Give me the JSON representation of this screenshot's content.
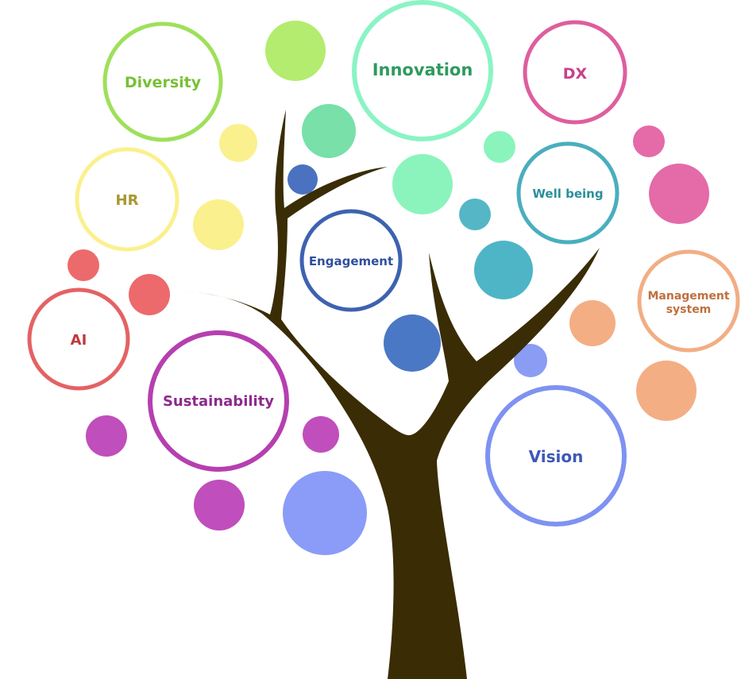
{
  "colors": {
    "trunk": "#3a2c05",
    "diversity": "#8ed44a",
    "innovation": "#52c88f",
    "innovation_text": "#2f9a5e",
    "dx": "#d8589a",
    "dx_text": "#c8408a",
    "hr": "#f7ec7a",
    "hr_text": "#a8972f",
    "engagement": "#3d62b0",
    "wellbeing": "#3aa8b8",
    "wellbeing_text": "#2a8f9c",
    "management": "#f0a878",
    "management_text": "#c06f3c",
    "ai": "#e05a5e",
    "ai_text": "#c0383c",
    "sustainability": "#b63fb0",
    "sustainability_text": "#8e2a8c",
    "vision": "#7a90f0",
    "vision_text": "#3e58b8"
  },
  "labels": {
    "diversity": "Diversity",
    "innovation": "Innovation",
    "dx": "DX",
    "hr": "HR",
    "engagement": "Engagement",
    "wellbeing": "Well being",
    "management_line1": "Management",
    "management_line2": "system",
    "ai": "AI",
    "sustainability": "Sustainability",
    "vision": "Vision"
  }
}
